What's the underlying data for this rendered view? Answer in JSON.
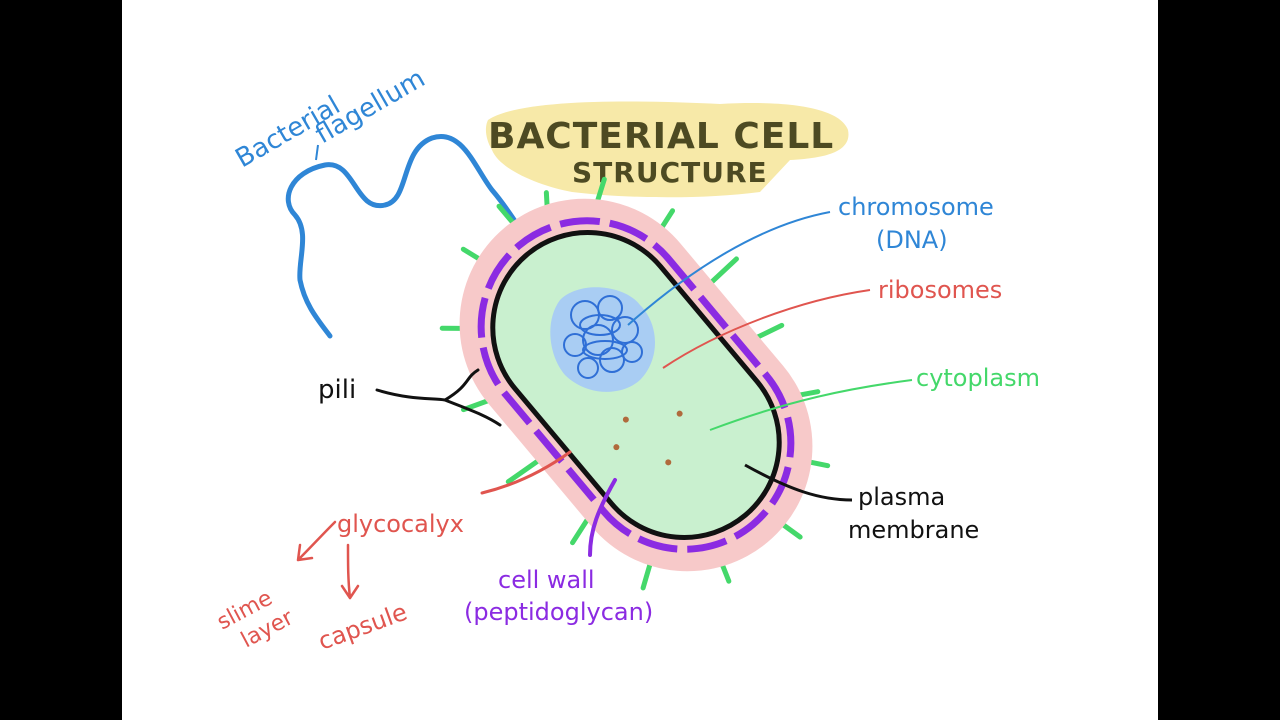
{
  "title": {
    "line1": "BACTERIAL CELL",
    "line2": "STRUCTURE",
    "highlight_color": "#f7e9a8",
    "text_color": "#4d4a22"
  },
  "labels": {
    "flagellum_line1": "Bacterial",
    "flagellum_line2": "flagellum",
    "pili": "pili",
    "glycocalyx": "glycocalyx",
    "slime_layer_line1": "slime",
    "slime_layer_line2": "layer",
    "capsule": "capsule",
    "cell_wall_line1": "cell wall",
    "cell_wall_line2": "(peptidoglycan)",
    "chromosome_line1": "chromosome",
    "chromosome_line2": "(DNA)",
    "ribosomes": "ribosomes",
    "cytoplasm": "cytoplasm",
    "plasma_line1": "plasma",
    "plasma_line2": "membrane"
  },
  "colors": {
    "blue": "#2f86d6",
    "red": "#e0554f",
    "green": "#44d86a",
    "purple": "#8b2be2",
    "black": "#111111",
    "capsule_pink": "#f7c9c9",
    "cytoplasm_fill": "#c9f0cf",
    "nucleoid_fill": "#a9cdf3",
    "ribosome_brown": "#b06a3c"
  }
}
